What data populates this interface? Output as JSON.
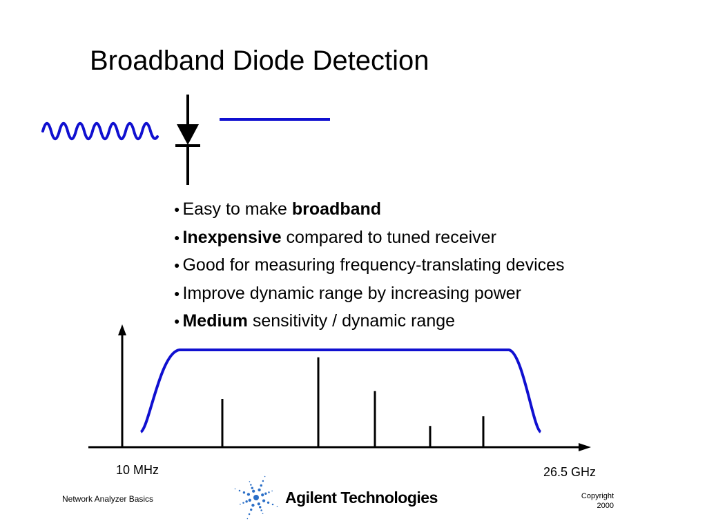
{
  "slide": {
    "title": "Broadband Diode Detection",
    "bullets": [
      {
        "marker": "●",
        "bold_first": false,
        "normal": "Easy to make ",
        "bold": "broadband"
      },
      {
        "marker": "●",
        "bold_first": true,
        "bold": "Inexpensive",
        "normal": " compared to tuned receiver"
      },
      {
        "marker": "●",
        "bold_first": false,
        "normal": "Good for measuring frequency-translating devices",
        "bold": ""
      },
      {
        "marker": "●",
        "bold_first": false,
        "normal": "Improve dynamic range by increasing power",
        "bold": ""
      },
      {
        "marker": "●",
        "bold_first": true,
        "bold": "Medium",
        "normal": " sensitivity / dynamic range"
      }
    ],
    "axis": {
      "left_label": "10 MHz",
      "right_label": "26.5 GHz"
    },
    "spectral_lines_relative_height": [
      0.5,
      0.93,
      0.58,
      0.22,
      0.32
    ],
    "footer": {
      "left": "Network Analyzer Basics",
      "logo": "Agilent Technologies",
      "copyright_line1": "Copyright",
      "copyright_line2": "2000"
    },
    "colors": {
      "accent": "#1010d0",
      "logo_blue": "#2b6fc7",
      "text": "#000000"
    }
  }
}
